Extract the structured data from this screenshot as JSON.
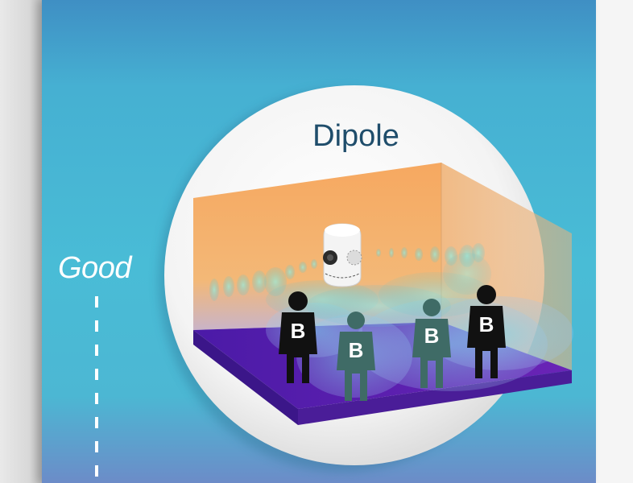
{
  "quality": {
    "label": "Good"
  },
  "diagram": {
    "title": "Dipole",
    "listener_label": "B",
    "listeners": [
      {
        "label": "B"
      },
      {
        "label": "B"
      },
      {
        "label": "B"
      },
      {
        "label": "B"
      }
    ]
  },
  "colors": {
    "panel": "#49bcd6",
    "wall": "#f3b06a",
    "floor": "#5b1fb0",
    "wave": "#4fe0d4",
    "listener_front": "#111111",
    "listener_back": "#3f6b66"
  },
  "icons": {
    "speaker": "dipole-speaker-icon",
    "listener": "person-icon"
  }
}
